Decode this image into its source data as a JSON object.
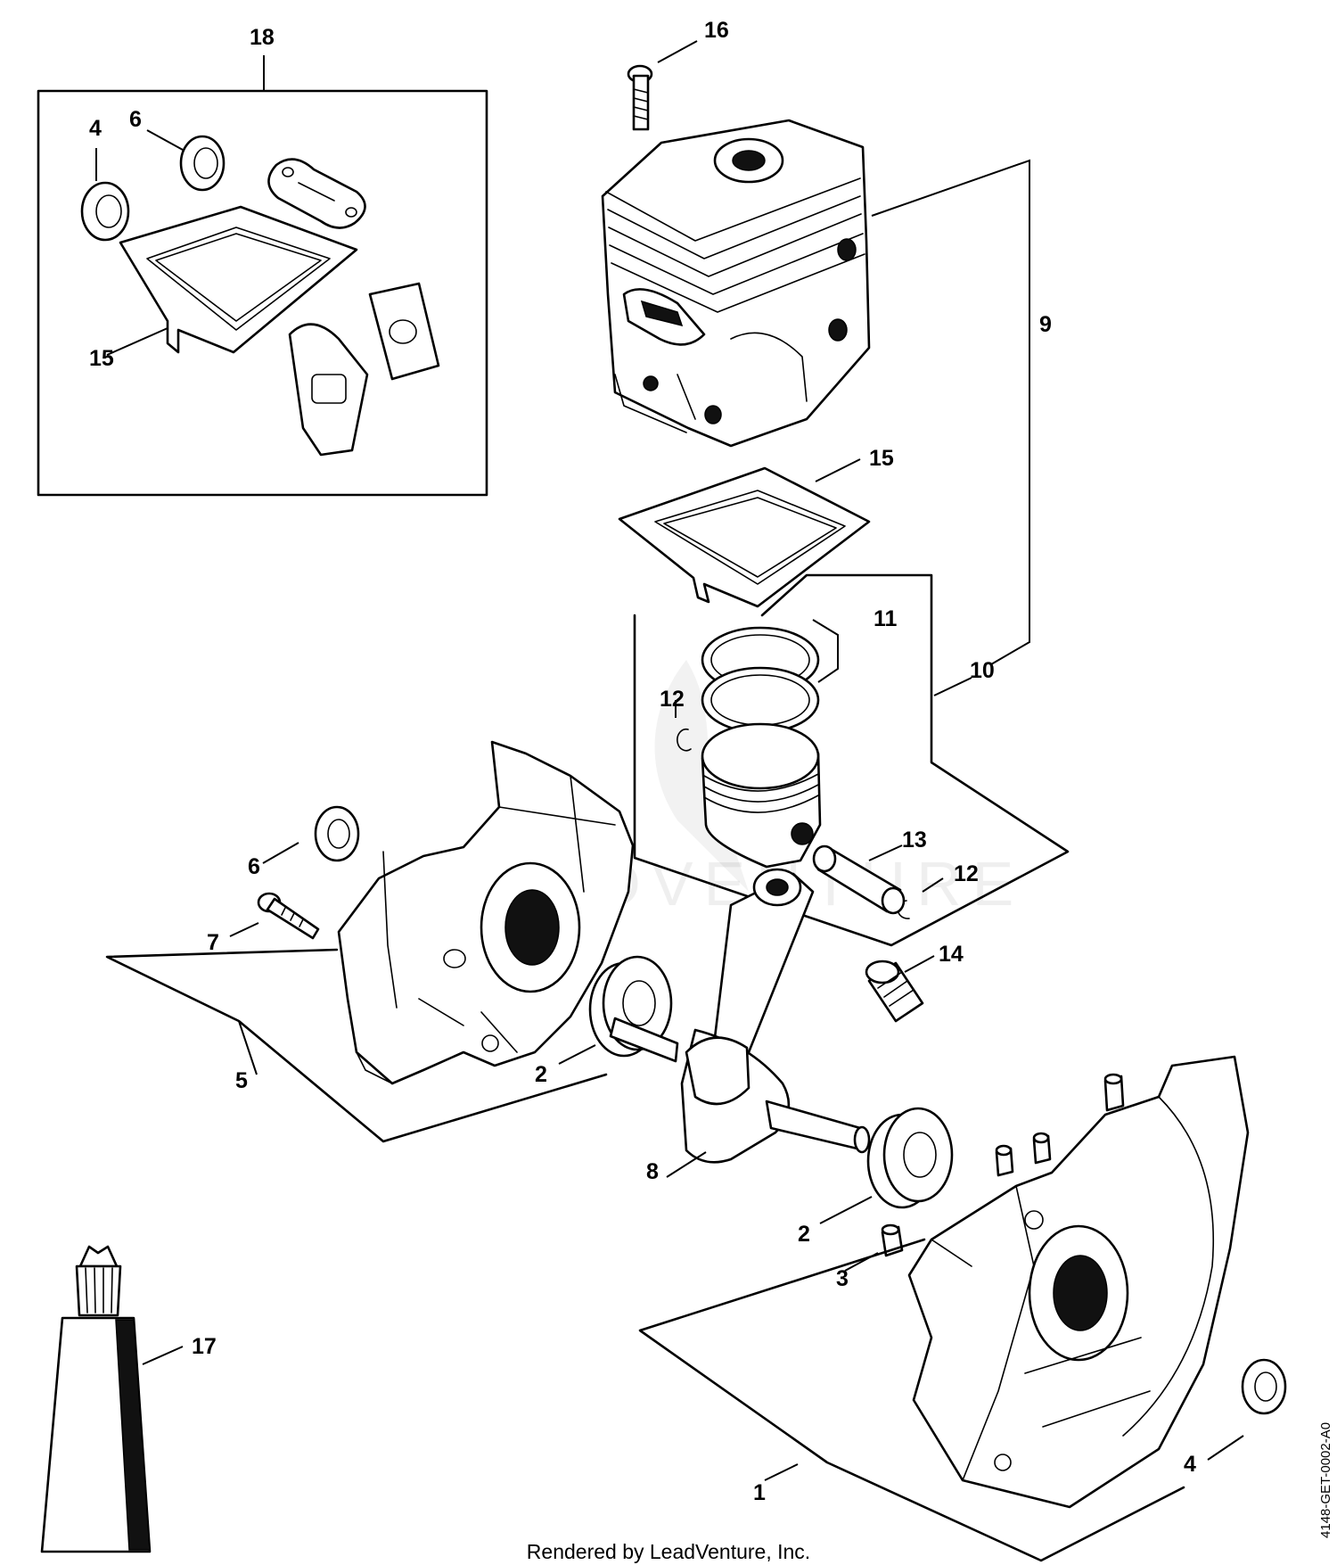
{
  "diagram": {
    "callouts": {
      "c18": "18",
      "c16": "16",
      "c4a": "4",
      "c6a": "6",
      "c15a": "15",
      "c9": "9",
      "c15b": "15",
      "c11": "11",
      "c10": "10",
      "c12a": "12",
      "c13": "13",
      "c12b": "12",
      "c6b": "6",
      "c7": "7",
      "c14": "14",
      "c5": "5",
      "c2a": "2",
      "c8": "8",
      "c2b": "2",
      "c3": "3",
      "c17": "17",
      "c1": "1",
      "c4b": "4"
    },
    "watermark": "LEADVENTURE",
    "doc_id": "4148-GET-0002-A0",
    "footer": "Rendered by LeadVenture, Inc."
  }
}
